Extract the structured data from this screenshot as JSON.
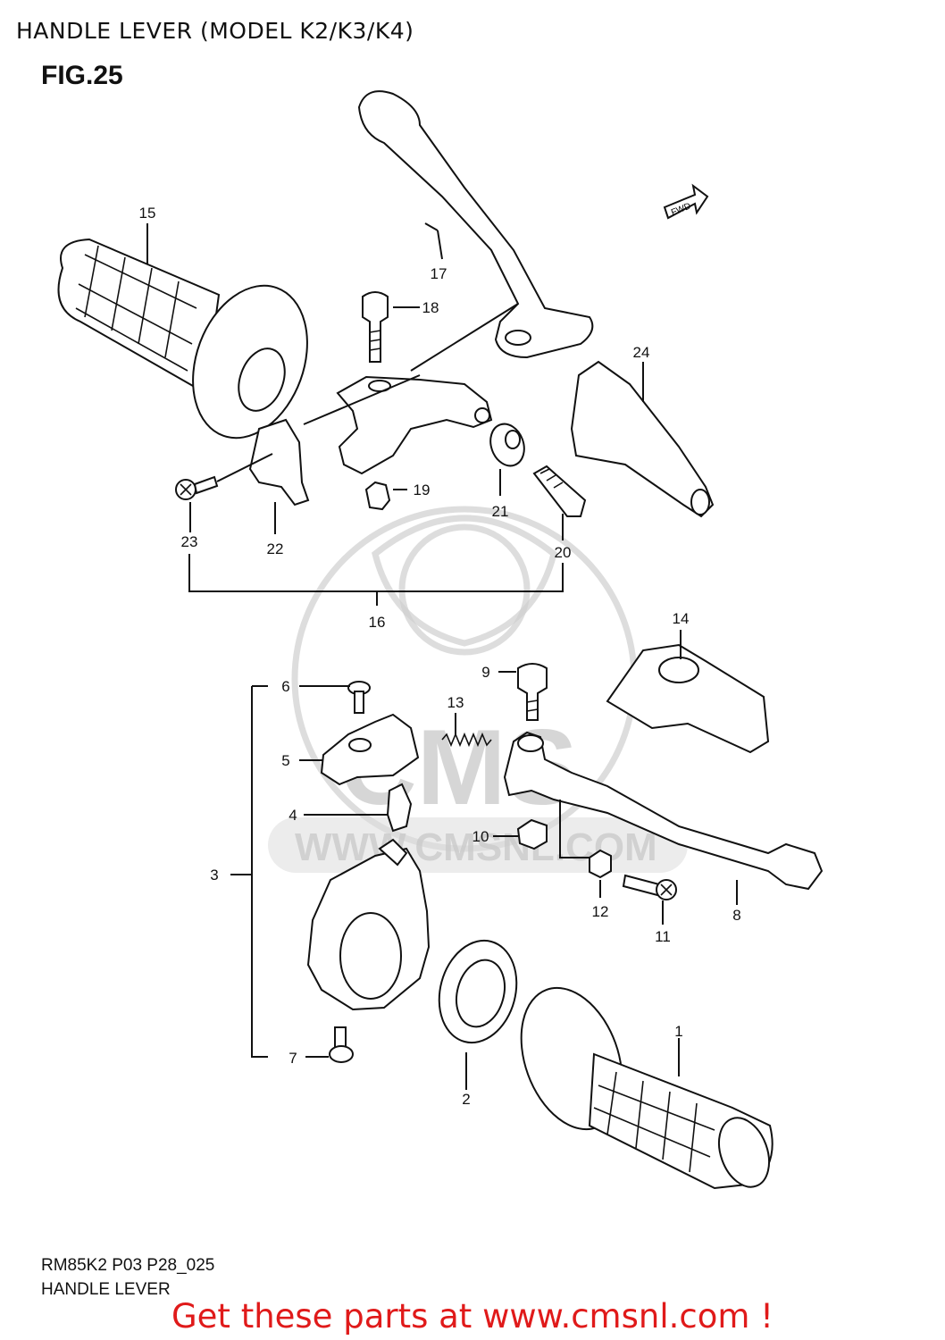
{
  "header": {
    "title": "HANDLE LEVER (MODEL K2/K3/K4)"
  },
  "figure": {
    "label": "FIG.25",
    "fwd_badge": "FWD"
  },
  "watermark": {
    "brand": "CMS",
    "url": "WWW.CMSNL.COM"
  },
  "callouts": {
    "c1": "1",
    "c2": "2",
    "c3": "3",
    "c4": "4",
    "c5": "5",
    "c6": "6",
    "c7": "7",
    "c8": "8",
    "c9": "9",
    "c10": "10",
    "c11": "11",
    "c12": "12",
    "c13": "13",
    "c14": "14",
    "c15": "15",
    "c16": "16",
    "c17": "17",
    "c18": "18",
    "c19": "19",
    "c20": "20",
    "c21": "21",
    "c22": "22",
    "c23": "23",
    "c24": "24"
  },
  "footer": {
    "code": "RM85K2 P03 P28_025",
    "caption": "HANDLE LEVER",
    "promo": "Get these parts at www.cmsnl.com !",
    "promo_color": "#e01a1a"
  }
}
